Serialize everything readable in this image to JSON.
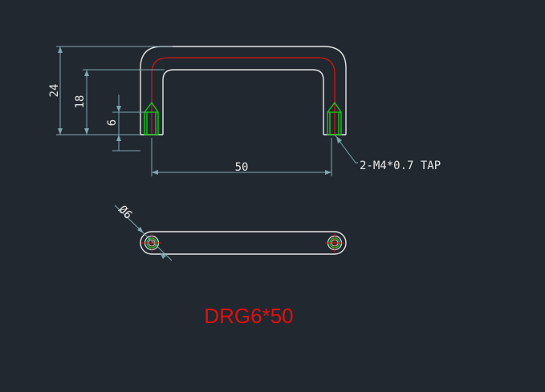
{
  "drawing": {
    "dimensions": {
      "height_overall": "24",
      "height_inner": "18",
      "height_tap": "6",
      "width_center": "50",
      "diameter": "Ø6"
    },
    "callout": "2-M4*0.7 TAP",
    "part_number": "DRG6*50"
  },
  "colors": {
    "background": "#212830",
    "outline": "#e6e6e6",
    "centerline": "#d21414",
    "thread": "#18d018",
    "dimension": "#7fa6b0"
  }
}
